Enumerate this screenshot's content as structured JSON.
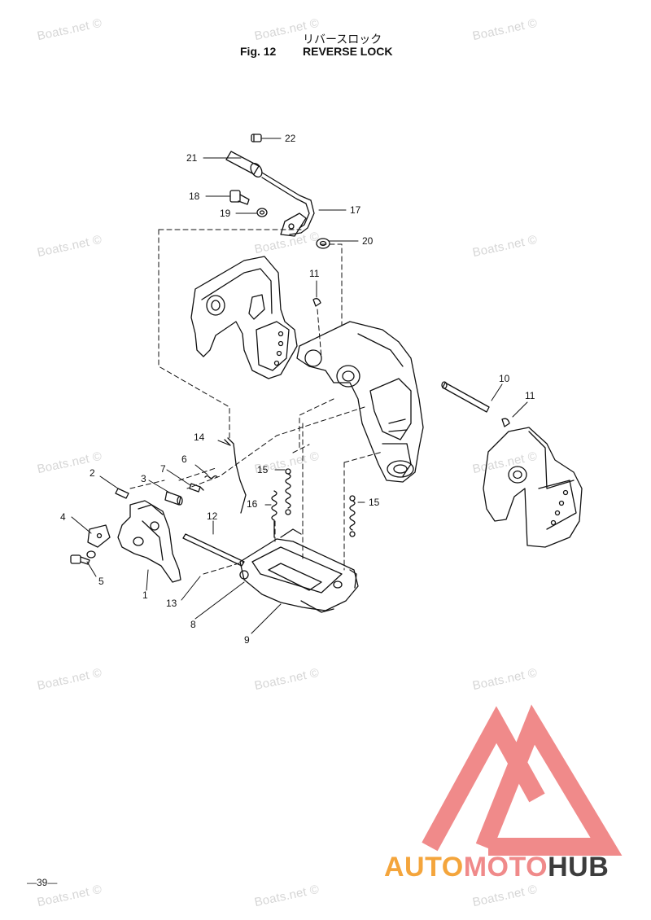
{
  "header": {
    "title_jp": "リバースロック",
    "fig_label": "Fig. 12",
    "title_en": "REVERSE LOCK"
  },
  "watermark": "Boats.net ©",
  "page_number": "—39—",
  "brand": {
    "part1": "AUTO",
    "part2": "MOTO",
    "part3": "HUB",
    "color1": "#f4a53c",
    "color2": "#f08a8a",
    "color3": "#3c3c3c",
    "logo_color": "#f08a8a"
  },
  "callouts": [
    "1",
    "2",
    "3",
    "4",
    "5",
    "6",
    "7",
    "8",
    "9",
    "10",
    "11",
    "11",
    "12",
    "13",
    "14",
    "15",
    "15",
    "16",
    "17",
    "18",
    "19",
    "20",
    "21",
    "22"
  ]
}
